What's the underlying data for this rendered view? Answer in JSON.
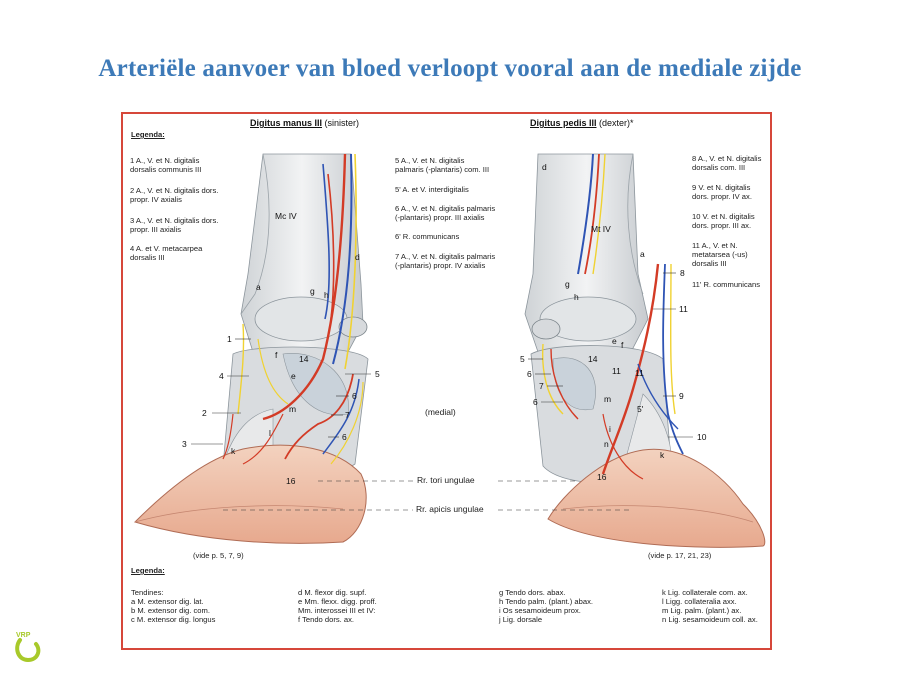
{
  "title": "Arteriële aanvoer van bloed verloopt vooral aan de mediale zijde",
  "plate": {
    "left_header": {
      "bold": "Digitus manus III",
      "normal": "(sinister)"
    },
    "right_header": {
      "bold": "Digitus pedis  III",
      "normal": "(dexter)*"
    },
    "legend_title_top": "Legenda:",
    "legend_title_bottom": "Legenda:",
    "left_legend": [
      "1  A., V. et N. digitalis",
      "    dorsalis communis III",
      "2  A., V. et N. digitalis dors.",
      "    propr. IV axialis",
      "3  A., V. et N. digitalis dors.",
      "    propr. III axialis",
      "4  A. et V. metacarpea",
      "    dorsalis III"
    ],
    "mid_legend": [
      "5  A., V. et N. digitalis",
      "    palmaris (-plantaris) com. III",
      "5' A. et V. interdigitalis",
      "6  A., V. et N. digitalis palmaris",
      "    (-plantaris) propr. III axialis",
      "6' R. communicans",
      "7  A., V. et N. digitalis palmaris",
      "    (-plantaris) propr. IV axialis"
    ],
    "right_legend": [
      "8  A., V. et N. digitalis",
      "    dorsalis com. III",
      "9  V. et N. digitalis",
      "    dors. propr. IV ax.",
      "10  V. et N. digitalis",
      "      dors. propr. III ax.",
      "11  A., V. et N.",
      "      metatarsea (-us)",
      "      dorsalis III",
      "11' R. communicans"
    ],
    "medial_label": "(medial)",
    "rr_tori": "Rr. tori ungulae",
    "rr_apicis": "Rr. apicis ungulae",
    "vide_left": "(vide p. 5, 7, 9)",
    "vide_right": "(vide p. 17, 21, 23)",
    "bottom_legend": {
      "col1": [
        "Tendines:",
        "a  M. extensor dig. lat.",
        "b  M. extensor dig. com.",
        "c  M. extensor dig. longus"
      ],
      "col2": [
        "d  M. flexor dig. supf.",
        "e  Mm. flexx. digg. proff.",
        "    Mm. interossei III et IV:",
        "f     Tendo dors. ax."
      ],
      "col3": [
        "g     Tendo dors. abax.",
        "h     Tendo palm. (plant.) abax.",
        "i   Os sesamoideum prox.",
        "j   Lig. dorsale"
      ],
      "col4": [
        "k   Lig. collaterale com. ax.",
        "l    Ligg. collateralia axx.",
        "m  Lig. palm. (plant.) ax.",
        "n   Lig. sesamoideum coll. ax."
      ]
    },
    "left_image_labels": [
      "Mc IV",
      "a",
      "d",
      "g",
      "h",
      "f",
      "14",
      "e",
      "m",
      "l",
      "k",
      "16"
    ],
    "right_image_labels": [
      "d",
      "Mt IV",
      "a",
      "h",
      "g",
      "f",
      "e",
      "14",
      "11",
      "m",
      "i",
      "n",
      "k",
      "16"
    ],
    "left_numbers": [
      "1",
      "4",
      "2",
      "3",
      "5",
      "6",
      "7",
      "6"
    ],
    "right_numbers": [
      "8",
      "11",
      "5",
      "6",
      "7",
      "6",
      "11",
      "5'",
      "9",
      "10"
    ]
  },
  "logo": {
    "text": "VRP",
    "color": "#a8c92a"
  }
}
